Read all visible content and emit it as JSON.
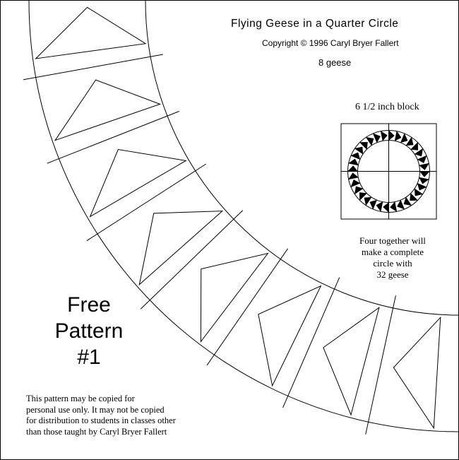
{
  "header": {
    "title": "Flying Geese in a Quarter Circle",
    "copyright": "Copyright © 1996 Caryl Bryer Fallert",
    "geese_count": "8 geese"
  },
  "thumbnail": {
    "caption": "6 1/2 inch block",
    "note_lines": [
      "Four together will",
      "make a complete",
      "circle with",
      "32 geese"
    ]
  },
  "badge": {
    "lines": [
      "Free",
      "Pattern",
      "#1"
    ]
  },
  "usage_notice": {
    "lines": [
      "This pattern may be copied for",
      "personal use only.  It may not be copied",
      "for distribution to students in classes other",
      "than those taught by Caryl Bryer Fallert"
    ]
  }
}
